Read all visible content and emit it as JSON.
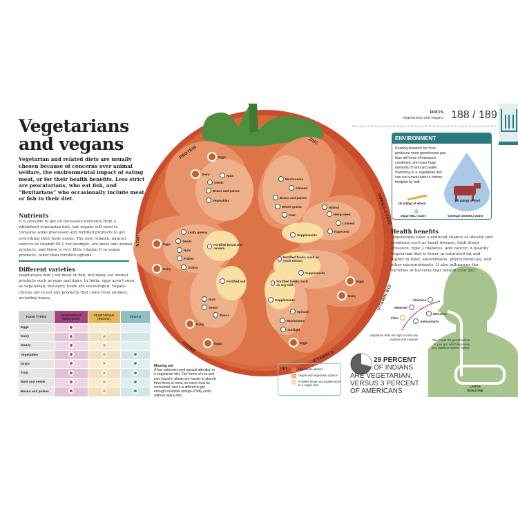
{
  "header": {
    "section": "DIETS",
    "subsection": "Vegetarians and vegans",
    "pages": "188 / 189"
  },
  "title": "Vegetarians and vegans",
  "intro": "Vegetarian and related diets are usually chosen because of concerns over animal welfare, the environmental impact of eating meat, or for their health benefits. Less strict are pescatarians, who eat fish, and “flexitarians” who occasionally include meat or fish in their diet.",
  "nutrients": {
    "heading": "Nutrients",
    "text": "It is possible to get all necessary nutrients from a wholefood vegetarian diet, but vegans will need to consume some processed and fortified products to get everything their body needs. The only reliable, natural sources of vitamin B12, for example, are meat and animal products, and there is very little vitamin D in vegan products, other than fortified options."
  },
  "varieties": {
    "heading": "Different varieties",
    "text": "Vegetarians don’t eat meat or fish, but many eat animal products such as eggs and dairy. In India, eggs aren’t seen as vegetarian, but dairy foods are encouraged. Vegans choose not to eat any products that come from animals, including honey."
  },
  "table": {
    "headers": [
      "FOOD TYPES",
      "VEGETARIAN (WESTERN)",
      "VEGETARIAN (INDIAN)",
      "VEGAN"
    ],
    "rows": [
      [
        "Eggs",
        true,
        false,
        false
      ],
      [
        "Dairy",
        true,
        true,
        false
      ],
      [
        "Honey",
        true,
        true,
        false
      ],
      [
        "Vegetables",
        true,
        true,
        true
      ],
      [
        "Grain",
        true,
        true,
        true
      ],
      [
        "Fruit",
        true,
        true,
        true
      ],
      [
        "Nuts and seeds",
        true,
        true,
        true
      ],
      [
        "Beans and pulses",
        true,
        true,
        true
      ]
    ],
    "colors": {
      "western": "#a0457a",
      "indian": "#e0a940",
      "vegan": "#2b8a8a"
    }
  },
  "missing": {
    "heading": "Missing out",
    "text": "A few nutrients need special attention in a vegetarian diet. The forms of iron and zinc found in plants are harder to absorb than those in meat, so more must be consumed, and it is difficult to get enough essential omega-3 fatty acids without eating fish."
  },
  "key": {
    "label": "KEY",
    "items": [
      {
        "text": "Vegetarian options",
        "color": "#d9784a"
      },
      {
        "text": "Vegan and vegetarian options",
        "color": "#eeb08a"
      },
      {
        "text": "Fortified foods and supplements to a vegan diet",
        "color": "#f8dfa3"
      }
    ]
  },
  "tomato": {
    "protein": {
      "name": "PROTEIN",
      "items": [
        "Eggs",
        "Dairy",
        "Nuts",
        "Seeds",
        "Beans and pulses",
        "Vegetables"
      ]
    },
    "iron": {
      "name": "IRON",
      "items": [
        "Eggs",
        "Dairy",
        "Leafy greens",
        "Seeds",
        "Nuts",
        "Pulses",
        "Grains",
        "Fortified bread and cereals"
      ]
    },
    "iodine": {
      "name": "IODINE",
      "items": [
        "Fortified salt",
        "Nuts",
        "Seeds",
        "Beans",
        "Dairy",
        "Eggs"
      ]
    },
    "zinc": {
      "name": "ZINC",
      "items": [
        "Mushrooms",
        "Almond",
        "Beans and pulses",
        "Whole grains",
        "Kale"
      ]
    },
    "omega": {
      "name": "OMEGA-3 FATS",
      "items": [
        "Walnut",
        "Hemp seed",
        "Linseed",
        "Rapeseed",
        "Supplements"
      ]
    },
    "b12": {
      "name": "VITAMIN B12",
      "items": [
        "Fortified foods, such as yeast extract",
        "Supplements",
        "Eggs",
        "Dairy"
      ]
    },
    "vitd": {
      "name": "VITAMIN D",
      "items": [
        "Fortified foods, such as soy milk",
        "Supplements",
        "Spinach",
        "Mushrooms",
        "Sunlight",
        "Eggs"
      ]
    }
  },
  "environment": {
    "heading": "ENVIRONMENT",
    "text": "Rearing livestock for food produces more greenhouse gas than all forms of transport combined, and uses huge amounts of land and water. Switching to a vegetarian diet can cut a meat eater’s carbon footprint by half.",
    "wheat": "1lb (450g) of wheat",
    "wheat_water": "25gal (95L) water",
    "beef": "1lb (450g) of beef",
    "beef_water": "5,000gal (19,000L) water"
  },
  "health": {
    "heading": "Health benefits",
    "text": "Vegetarians have a reduced chance of obesity and problems such as heart disease, high blood pressure, type 2 diabetes, and cancer. A healthy vegetarian diet is lower in saturated fat and higher in fiber, antioxidants, phytochemicals, and other micronutrients. It also influences the varieties of bacteria that inhabit your gut.",
    "labels": {
      "vitamins": "Vitamins",
      "minerals": "Minerals",
      "fiber": "Fiber",
      "microbes": "Microbes",
      "antioxidants": "Antioxidants"
    },
    "diet_note": "Vegetarian diets are high in many key vitamins and minerals",
    "fiber_note": "Fiber feeds the good bacteria in your gut, which help keep your digestive system healthy",
    "intestine": "LARGE INTESTINE"
  },
  "stat": {
    "line1": "29 PERCENT",
    "line2": "OF INDIANS",
    "line3": "ARE VEGETARIAN,",
    "line4": "VERSUS 3 PERCENT",
    "line5": "OF AMERICANS",
    "percent": 29
  }
}
